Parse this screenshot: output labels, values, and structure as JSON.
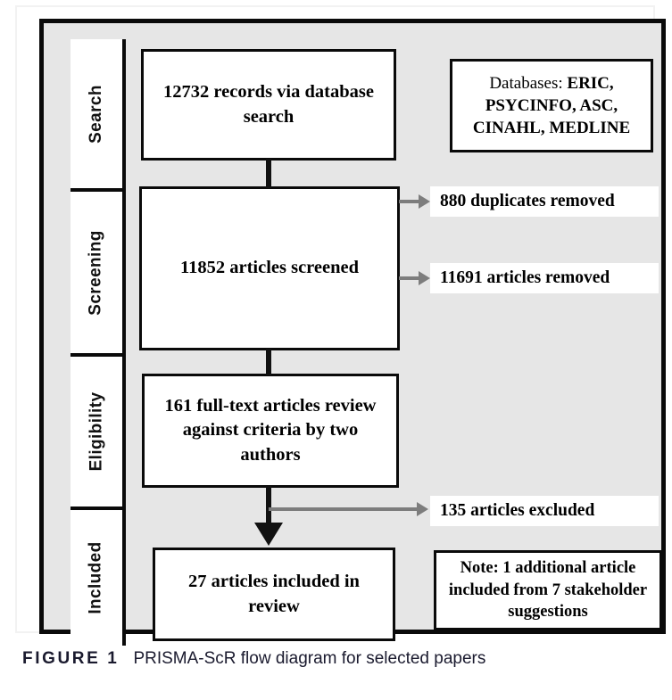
{
  "figure": {
    "caption_label": "FIGURE 1",
    "caption_text": "PRISMA-ScR flow diagram for selected papers"
  },
  "stages": [
    {
      "id": "search",
      "label": "Search"
    },
    {
      "id": "screening",
      "label": "Screening"
    },
    {
      "id": "eligibility",
      "label": "Eligibility"
    },
    {
      "id": "included",
      "label": "Included"
    }
  ],
  "flow": {
    "records": "12732 records via database search",
    "screened": "11852 articles screened",
    "fulltext": "161 full-text articles review against criteria by two authors",
    "included": "27 articles included in review"
  },
  "info_boxes": {
    "databases_prefix": "Databases:",
    "databases_list": "ERIC, PSYCINFO, ASC, CINAHL, MEDLINE",
    "note": "Note: 1 additional article included from 7 stakeholder suggestions"
  },
  "callouts": {
    "duplicates_removed": "880 duplicates removed",
    "articles_removed": "11691 articles removed",
    "articles_excluded": "135 articles excluded"
  },
  "chart_data": {
    "type": "diagram",
    "title": "PRISMA-ScR flow diagram for selected papers",
    "stages": [
      "Search",
      "Screening",
      "Eligibility",
      "Included"
    ],
    "nodes": [
      {
        "stage": "Search",
        "label": "12732 records via database search",
        "value": 12732
      },
      {
        "stage": "Screening",
        "label": "11852 articles screened",
        "value": 11852
      },
      {
        "stage": "Eligibility",
        "label": "161 full-text articles review against criteria by two authors",
        "value": 161
      },
      {
        "stage": "Included",
        "label": "27 articles included in review",
        "value": 27
      }
    ],
    "exclusions": [
      {
        "stage": "Screening",
        "label": "880 duplicates removed",
        "value": 880
      },
      {
        "stage": "Screening",
        "label": "11691 articles removed",
        "value": 11691
      },
      {
        "stage": "Eligibility",
        "label": "135 articles excluded",
        "value": 135
      }
    ],
    "annotations": [
      "Databases: ERIC, PSYCINFO, ASC, CINAHL, MEDLINE",
      "Note: 1 additional article included from 7 stakeholder suggestions"
    ],
    "databases": [
      "ERIC",
      "PSYCINFO",
      "ASC",
      "CINAHL",
      "MEDLINE"
    ],
    "additional_articles": 1,
    "stakeholder_suggestions": 7
  },
  "colors": {
    "frame": "#0a0a0a",
    "canvas": "#e6e6e6",
    "box_fill": "#ffffff",
    "arrow_gray": "#7d7d7d",
    "caption": "#1a1a2e"
  }
}
